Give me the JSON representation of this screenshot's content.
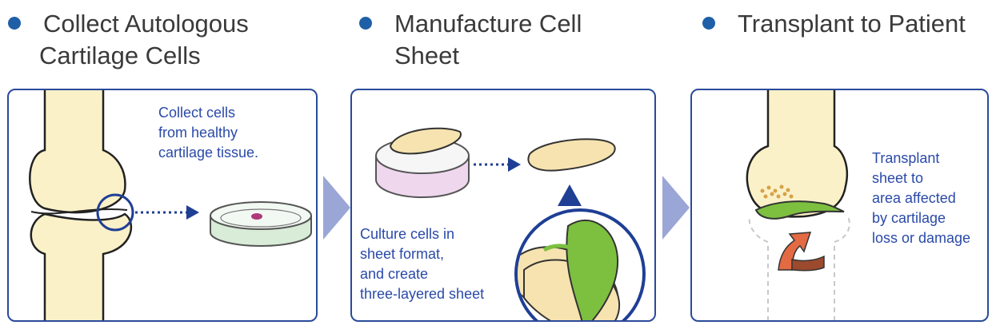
{
  "steps": [
    {
      "title_line1": "Collect Autologous",
      "title_line2": "Cartilage Cells",
      "caption": [
        "Collect cells",
        "from healthy",
        "cartilage tissue."
      ]
    },
    {
      "title_line1": "Manufacture Cell",
      "title_line2": "Sheet",
      "caption": [
        "Culture cells in",
        "sheet format,",
        "and create",
        "three-layered sheet"
      ]
    },
    {
      "title_line1": "Transplant to Patient",
      "title_line2": "",
      "caption": [
        "Transplant",
        "sheet to",
        "area affected",
        "by cartilage",
        "loss or damage"
      ]
    }
  ],
  "colors": {
    "accent": "#1f5fa8",
    "panel_border": "#2a4a9a",
    "caption_text": "#2a4aa8",
    "bone": "#fbf1c8",
    "sheet_green": "#7dc040",
    "flow_arrow": "#9aa6d6"
  }
}
